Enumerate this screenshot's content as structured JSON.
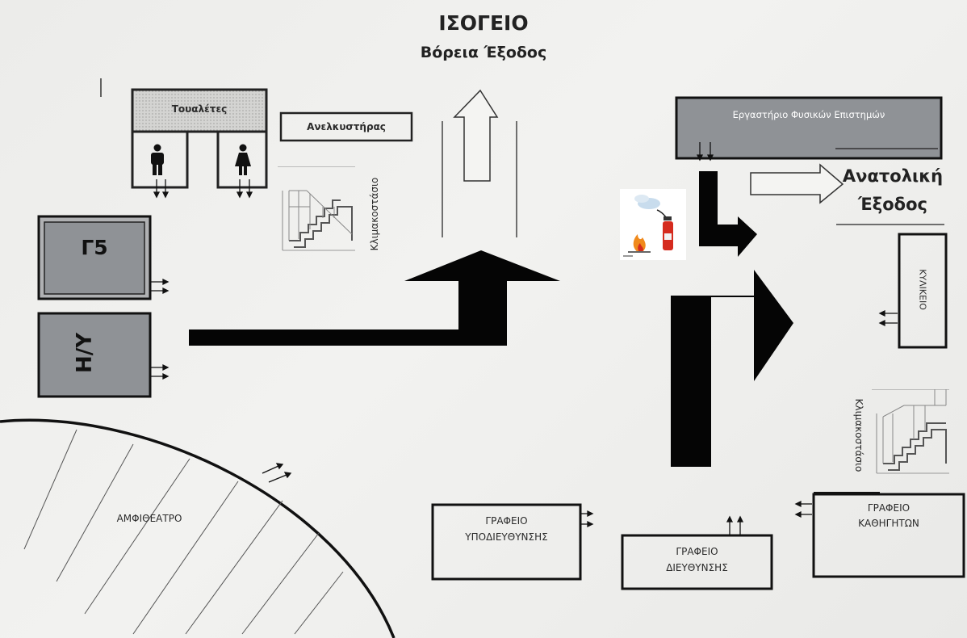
{
  "title": "ΙΣΟΓΕΙΟ",
  "north_exit": "Βόρεια Έξοδος",
  "east_exit": [
    "Ανατολική",
    "Έξοδος"
  ],
  "rooms": {
    "toilets": "Τουαλέτες",
    "elevator": "Ανελκυστήρας",
    "stairs_left": "Κλιμακοστάσιο",
    "stairs_right": "Κλιμακοστάσιο",
    "physics_lab": "Εργαστήριο Φυσικών Επιστημών",
    "g5": "Γ5",
    "computers": "Η/Υ",
    "canteen": "ΚΥΛΙΚΕΙΟ",
    "amphitheatre": "ΑΜΦΙΘΕΑΤΡΟ",
    "vice_principal_office": [
      "ΓΡΑΦΕΙΟ",
      "ΥΠΟΔΙΕΥΘΥΝΣΗΣ"
    ],
    "principal_office": [
      "ΓΡΑΦΕΙΟ",
      "ΔΙΕΥΘΥΝΣΗΣ"
    ],
    "teachers_office": [
      "ΓΡΑΦΕΙΟ",
      "ΚΑΘΗΓΗΤΩΝ"
    ]
  },
  "icons": [
    "man-icon",
    "woman-icon",
    "fire-extinguisher-icon",
    "stairs-icon"
  ],
  "colors": {
    "room_fill_dark": "#8f9296",
    "room_fill_light": "#b0b1b3",
    "toilets_fill": "#d2d2d0",
    "arrow": "#050505",
    "extinguisher": "#d52b1e",
    "flame": "#f08a1c"
  }
}
